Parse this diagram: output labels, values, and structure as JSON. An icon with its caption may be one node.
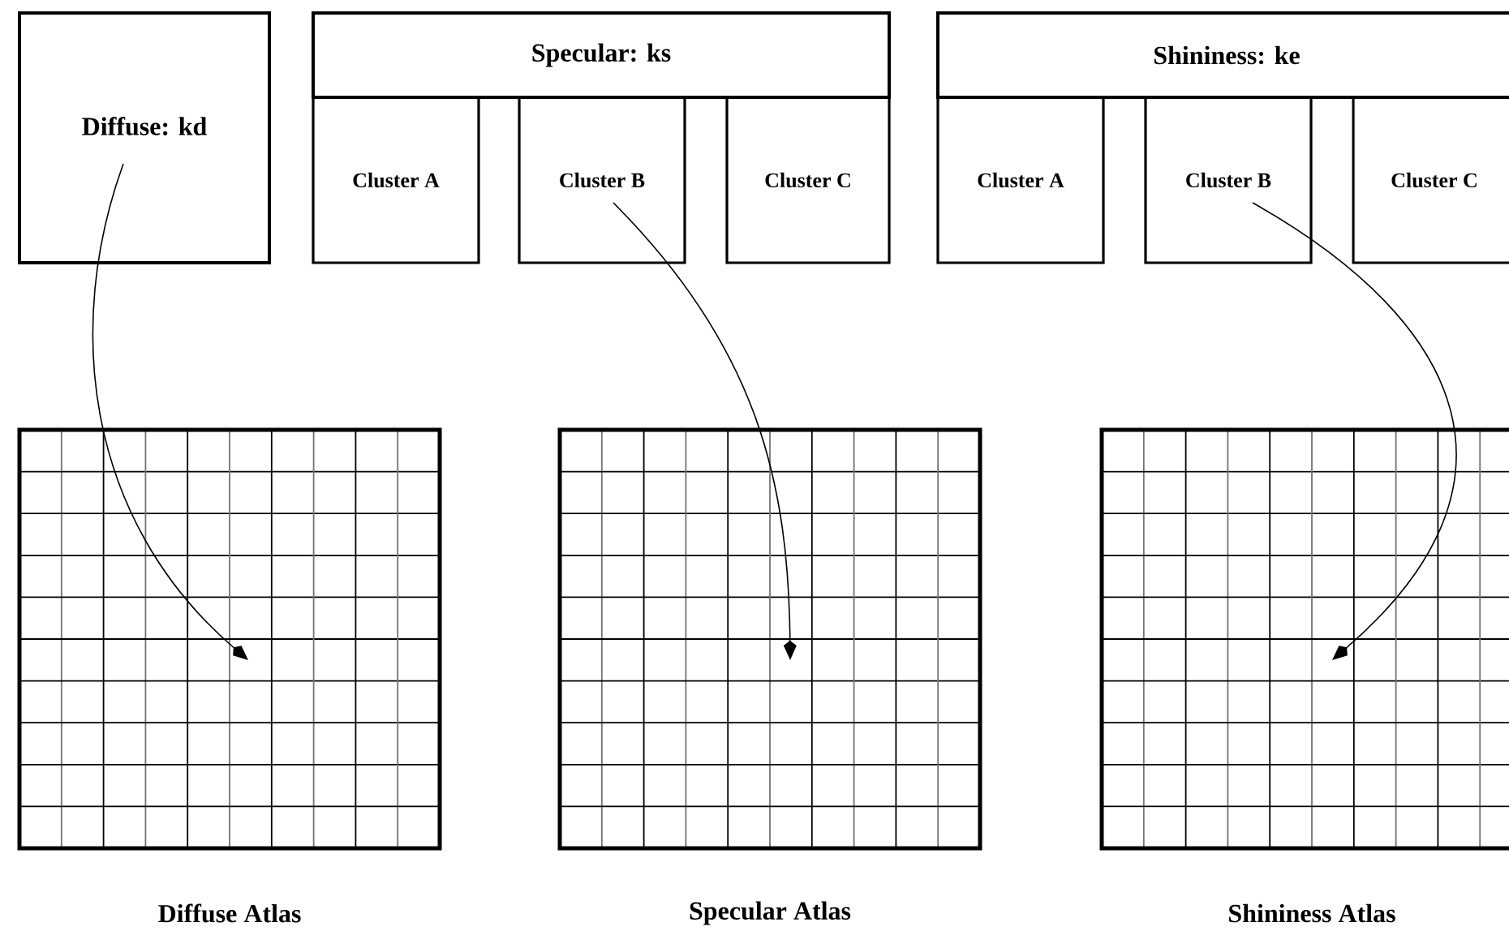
{
  "diagram": {
    "nodes": [
      {
        "text": [
          "Diffuse: kd"
        ]
      },
      {
        "text": [
          "Specular: ks"
        ]
      },
      {
        "text": [
          "Cluster A"
        ]
      },
      {
        "text": [
          "Cluster B"
        ]
      },
      {
        "text": [
          "Cluster C"
        ]
      },
      {
        "text": [
          "Shininess: ke"
        ]
      },
      {
        "text": [
          "Cluster A"
        ]
      },
      {
        "text": [
          "Cluster B"
        ]
      },
      {
        "text": [
          "Cluster C"
        ]
      },
      {
        "text": [],
        "shape": "grid",
        "beside": [
          "Diffuse Atlas"
        ]
      },
      {
        "text": [],
        "shape": "grid",
        "beside": [
          "Specular Atlas"
        ]
      },
      {
        "text": [],
        "shape": "grid",
        "beside": [
          "Shininess Atlas"
        ]
      }
    ],
    "edges": [
      {
        "from": 0,
        "to": 9,
        "arrow": "to"
      },
      {
        "from": 3,
        "to": 10,
        "arrow": "to"
      },
      {
        "from": 7,
        "to": 11,
        "arrow": "to"
      }
    ]
  }
}
